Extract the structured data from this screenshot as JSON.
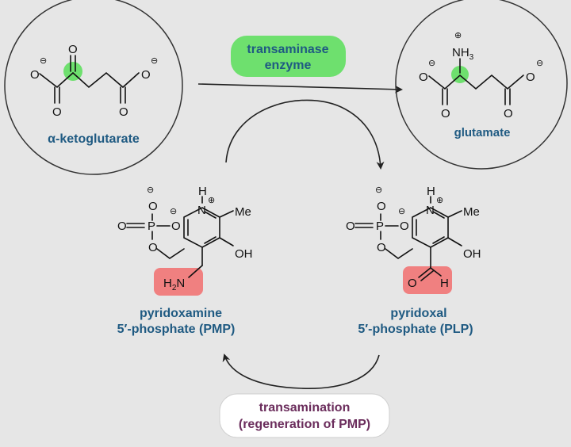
{
  "molecules": {
    "ketoglutarate": {
      "name": "α-ketoglutarate"
    },
    "glutamate": {
      "name": "glutamate",
      "amine_group": "NH3"
    },
    "pmp": {
      "name_line1": "pyridoxamine",
      "name_line2": "5′-phosphate (PMP)",
      "amine_group": "H2N"
    },
    "plp": {
      "name_line1": "pyridoxal",
      "name_line2": "5′-phosphate (PLP)",
      "aldehyde_h": "H"
    }
  },
  "labels": {
    "enzyme_line1": "transaminase",
    "enzyme_line2": "enzyme",
    "regen_line1": "transamination",
    "regen_line2": "(regeneration of PMP)"
  },
  "atoms": {
    "oxygen": "O",
    "phosphorus": "P",
    "nitrogen": "N",
    "hydrogen": "H",
    "hydroxyl": "OH",
    "methyl": "Me",
    "negative": "⊖",
    "positive": "⊕"
  },
  "colors": {
    "background": "#e6e6e6",
    "green_highlight": "#6ee06e",
    "red_highlight": "#f08080",
    "label_blue": "#1f5a82",
    "label_purple": "#6b2d5c"
  }
}
